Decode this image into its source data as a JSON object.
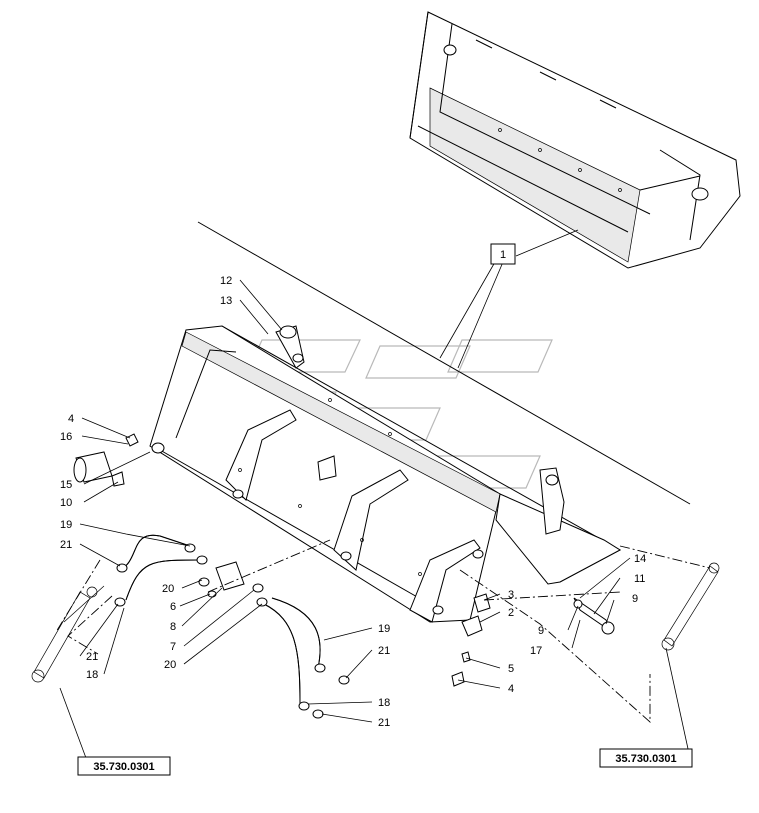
{
  "callouts": {
    "c1": "1",
    "c2": "2",
    "c3": "3",
    "c4a": "4",
    "c4b": "4",
    "c5": "5",
    "c6": "6",
    "c7": "7",
    "c8": "8",
    "c9a": "9",
    "c9b": "9",
    "c10": "10",
    "c11": "11",
    "c12": "12",
    "c13": "13",
    "c14": "14",
    "c15": "15",
    "c16": "16",
    "c17": "17",
    "c18a": "18",
    "c18b": "18",
    "c19a": "19",
    "c19b": "19",
    "c20a": "20",
    "c20b": "20",
    "c21a": "21",
    "c21b": "21",
    "c21c": "21",
    "c21d": "21"
  },
  "references": {
    "left": "35.730.0301",
    "right": "35.730.0301"
  }
}
